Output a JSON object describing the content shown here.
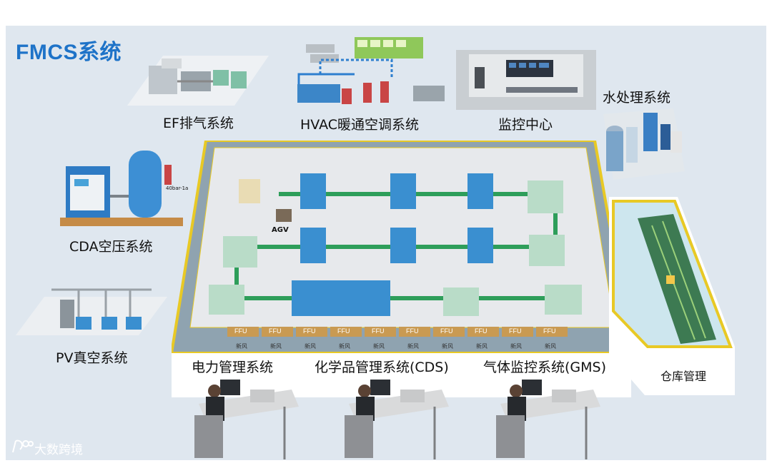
{
  "title": "FMCS系统",
  "systems": {
    "ef": "EF排气系统",
    "hvac": "HVAC暖通空调系统",
    "monitor": "监控中心",
    "water": "水处理系统",
    "cda": "CDA空压系统",
    "pv": "PV真空系统",
    "power": "电力管理系统",
    "cds": "化学品管理系统(CDS)",
    "gms": "气体监控系统(GMS)",
    "warehouse": "仓库管理"
  },
  "floor": {
    "agv_label": "AGV",
    "ffu_label": "FFU",
    "fresh_air_label": "新风",
    "ffu_units": [
      "FFU",
      "FFU",
      "FFU",
      "FFU",
      "FFU",
      "FFU",
      "FFU",
      "FFU",
      "FFU",
      "FFU"
    ],
    "fresh_air_units": [
      "新风",
      "新风",
      "新风",
      "新风",
      "新风",
      "新风",
      "新风",
      "新风",
      "新风",
      "新风"
    ]
  },
  "cda_tag": "40bar-1a",
  "watermark": "大数跨境",
  "colors": {
    "title": "#1e73c8",
    "panel": "#dfe7ef",
    "floor_wall": "#8fa3b0",
    "floor_border": "#e8c925",
    "track": "#2e9e5a",
    "tool_blue": "#3a8fd0",
    "tool_green": "#b9dcc8",
    "ffu": "#c99a52"
  }
}
